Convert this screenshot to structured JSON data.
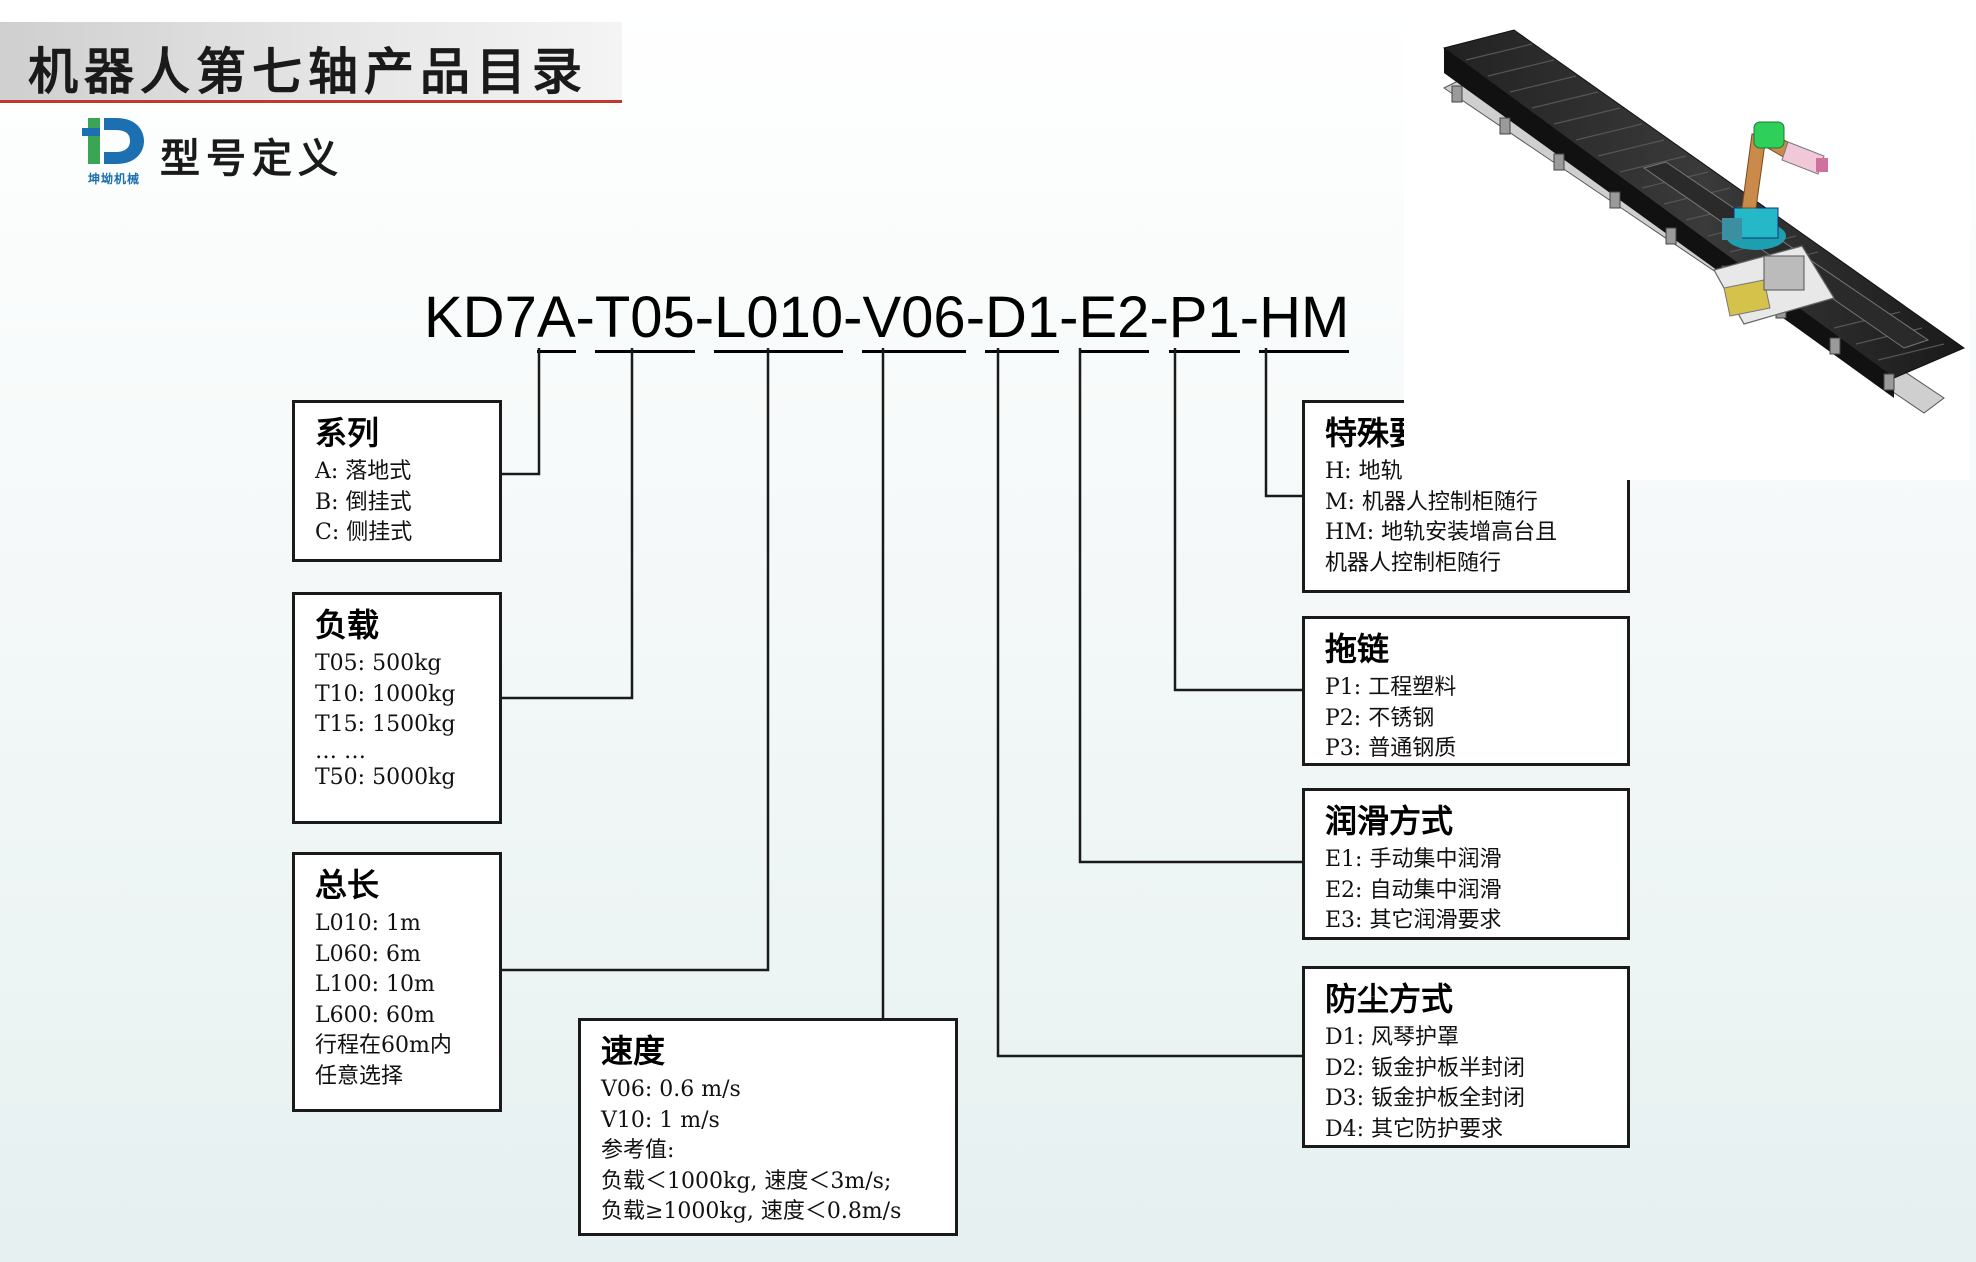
{
  "header": {
    "title": "机器人第七轴产品目录",
    "subtitle": "型号定义",
    "logo_text": "坤坳机械"
  },
  "model": {
    "segments": [
      "KD7",
      "A",
      "T05",
      "L010",
      "V06",
      "D1",
      "E2",
      "P1",
      "HM"
    ],
    "separator": "-"
  },
  "boxes": {
    "series": {
      "title": "系列",
      "rows": [
        "A: 落地式",
        "B:  倒挂式",
        "C:  侧挂式"
      ]
    },
    "load": {
      "title": "负载",
      "rows": [
        "T05: 500kg",
        "T10:   1000kg",
        "T15:   1500kg",
        "  … …",
        "T50: 5000kg"
      ]
    },
    "length": {
      "title": "总长",
      "rows": [
        "L010: 1m",
        "L060:   6m",
        "L100:   10m",
        "L600: 60m",
        "行程在60m内",
        "任意选择"
      ]
    },
    "speed": {
      "title": "速度",
      "rows": [
        "V06: 0.6 m/s",
        "V10: 1 m/s",
        "参考值:",
        "负载＜1000kg,  速度＜3m/s;",
        "负载≥1000kg,  速度＜0.8m/s"
      ]
    },
    "special": {
      "title": "特殊要求",
      "rows": [
        "H:  地轨安装增高台",
        "M:    机器人控制柜随行",
        "HM:   地轨安装增高台且",
        "机器人控制柜随行"
      ]
    },
    "chain": {
      "title": "拖链",
      "rows": [
        "P1: 工程塑料",
        "P2:   不锈钢",
        "P3:   普通钢质"
      ]
    },
    "lube": {
      "title": "润滑方式",
      "rows": [
        "E1: 手动集中润滑",
        "E2:   自动集中润滑",
        "E3:   其它润滑要求"
      ]
    },
    "dust": {
      "title": "防尘方式",
      "rows": [
        "D1: 风琴护罩",
        "D2:   钣金护板半封闭",
        "D3:   钣金护板全封闭",
        "D4:   其它防护要求"
      ]
    }
  },
  "colors": {
    "accent_red": "#c0392b",
    "logo_blue": "#1c6fb0",
    "logo_green": "#3aa655",
    "robot_orange": "#c98a4a",
    "robot_green": "#2fd05a",
    "robot_cyan": "#25b8c8"
  }
}
